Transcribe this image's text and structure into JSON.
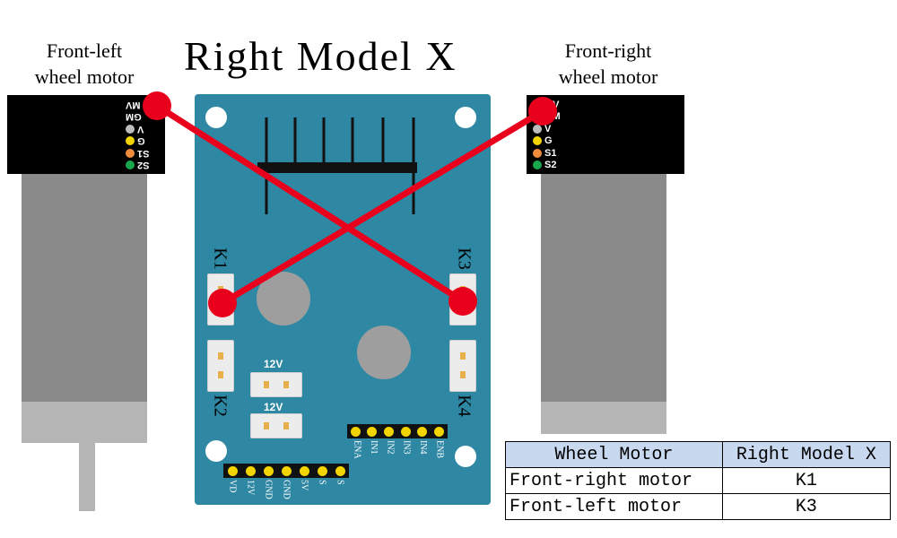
{
  "title": "Right Model X",
  "motors": {
    "left": {
      "label_line1": "Front-left",
      "label_line2": "wheel motor",
      "pins": [
        "MV",
        "GM",
        "V",
        "G",
        "S1",
        "S2"
      ]
    },
    "right": {
      "label_line1": "Front-right",
      "label_line2": "wheel motor",
      "pins": [
        "MV",
        "GM",
        "V",
        "G",
        "S1",
        "S2"
      ]
    }
  },
  "board": {
    "ports": {
      "k1": "K1",
      "k2": "K2",
      "k3": "K3",
      "k4": "K4"
    },
    "power_labels": [
      "12V",
      "12V"
    ],
    "control_header": [
      "ENA",
      "IN1",
      "IN2",
      "IN3",
      "IN4",
      "ENB"
    ],
    "power_header": [
      "VD",
      "12V",
      "GND",
      "GND",
      "5V",
      "S",
      "S"
    ]
  },
  "table": {
    "headers": [
      "Wheel Motor",
      "Right Model X"
    ],
    "rows": [
      [
        "Front-right motor",
        "K1"
      ],
      [
        "Front-left motor",
        "K3"
      ]
    ]
  },
  "colors": {
    "board": "#2e87a3",
    "wire": "#e8001c",
    "table_header": "#c7d8ef",
    "pin_gray": "#bdbdbd",
    "pin_yellow": "#f2d400",
    "pin_orange": "#f08a3c",
    "pin_green": "#1aa64a"
  }
}
